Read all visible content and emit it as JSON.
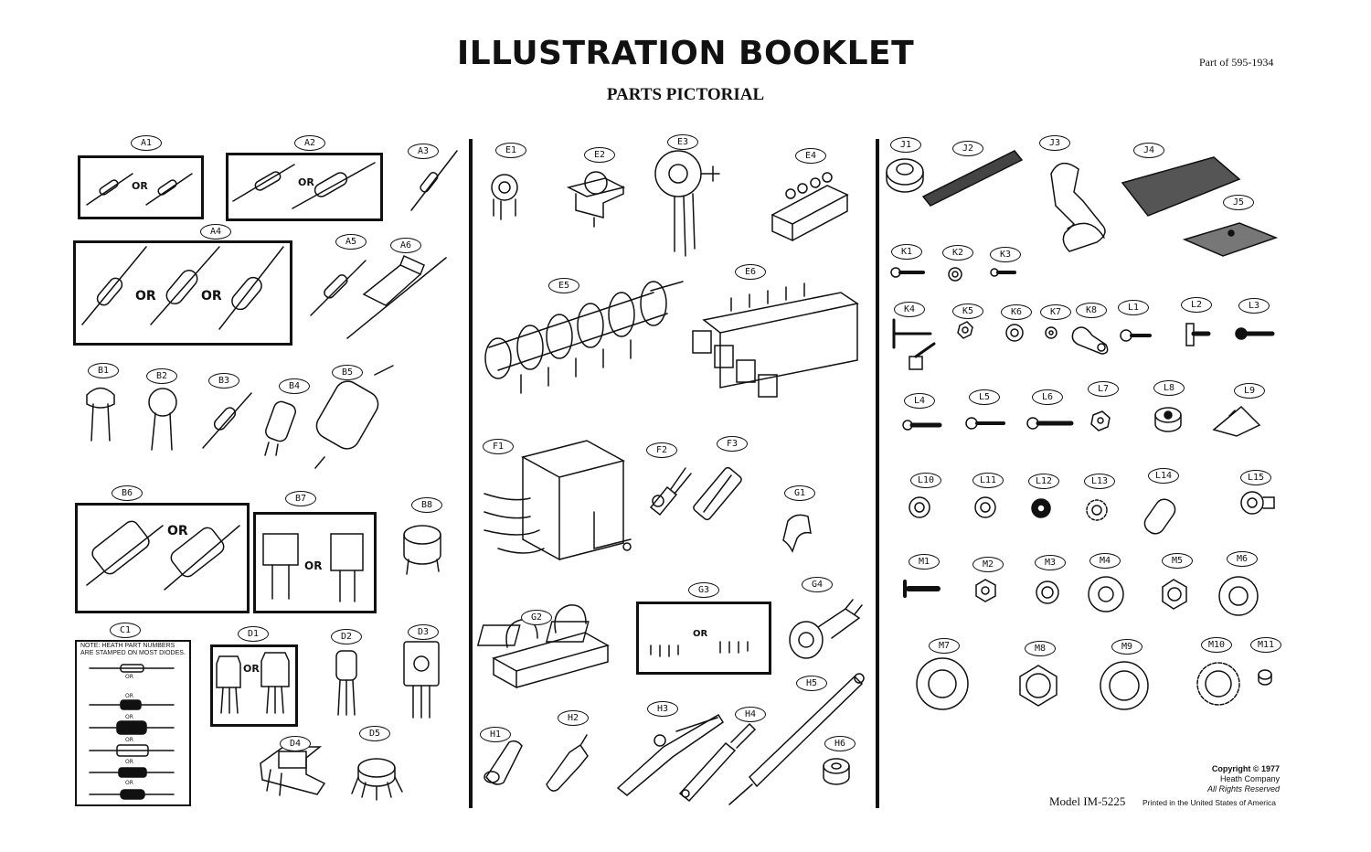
{
  "header": {
    "title": "ILLUSTRATION BOOKLET",
    "subtitle": "PARTS PICTORIAL",
    "part_of": "Part of 595-1934"
  },
  "labels": {
    "A1": "A1",
    "A2": "A2",
    "A3": "A3",
    "A4": "A4",
    "A5": "A5",
    "A6": "A6",
    "B1": "B1",
    "B2": "B2",
    "B3": "B3",
    "B4": "B4",
    "B5": "B5",
    "B6": "B6",
    "B7": "B7",
    "B8": "B8",
    "C1": "C1",
    "D1": "D1",
    "D2": "D2",
    "D3": "D3",
    "D4": "D4",
    "D5": "D5",
    "E1": "E1",
    "E2": "E2",
    "E3": "E3",
    "E4": "E4",
    "E5": "E5",
    "E6": "E6",
    "F1": "F1",
    "F2": "F2",
    "F3": "F3",
    "G1": "G1",
    "G2": "G2",
    "G3": "G3",
    "G4": "G4",
    "H1": "H1",
    "H2": "H2",
    "H3": "H3",
    "H4": "H4",
    "H5": "H5",
    "H6": "H6",
    "J1": "J1",
    "J2": "J2",
    "J3": "J3",
    "J4": "J4",
    "J5": "J5",
    "K1": "K1",
    "K2": "K2",
    "K3": "K3",
    "K4": "K4",
    "K5": "K5",
    "K6": "K6",
    "K7": "K7",
    "K8": "K8",
    "L1": "L1",
    "L2": "L2",
    "L3": "L3",
    "L4": "L4",
    "L5": "L5",
    "L6": "L6",
    "L7": "L7",
    "L8": "L8",
    "L9": "L9",
    "L10": "L10",
    "L11": "L11",
    "L12": "L12",
    "L13": "L13",
    "L14": "L14",
    "L15": "L15",
    "M1": "M1",
    "M2": "M2",
    "M3": "M3",
    "M4": "M4",
    "M5": "M5",
    "M6": "M6",
    "M7": "M7",
    "M8": "M8",
    "M9": "M9",
    "M10": "M10",
    "M11": "M11"
  },
  "or_text": "OR",
  "note_c1": {
    "line1": "NOTE:  HEATH PART NUMBERS",
    "line2": "ARE STAMPED ON MOST DIODES."
  },
  "footer": {
    "copyright": "Copyright © 1977",
    "company": "Heath Company",
    "rights": "All Rights Reserved",
    "model": "Model IM-5225",
    "printed": "Printed in the United States of America"
  }
}
